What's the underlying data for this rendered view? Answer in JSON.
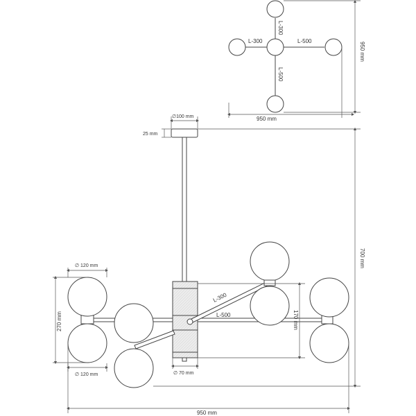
{
  "top_view": {
    "arm_up": "L-300",
    "arm_left": "L-300",
    "arm_right": "L-500",
    "arm_down": "L-500",
    "width": "950 mm",
    "depth": "950 mm"
  },
  "side_view": {
    "canopy_diameter": "∅100 mm",
    "canopy_height": "25 mm",
    "total_height": "700 mm",
    "total_width": "950 mm",
    "globe_diameter_top": "∅ 120 mm",
    "globe_diameter_bottom": "∅ 120 mm",
    "globe_pair_height": "270 mm",
    "body_diameter": "∅ 70 mm",
    "arm_short": "L-300",
    "arm_long": "L-500",
    "drop_height": "170 mm"
  },
  "colors": {
    "line": "#444444",
    "body_fill": "#e6e6e6"
  }
}
